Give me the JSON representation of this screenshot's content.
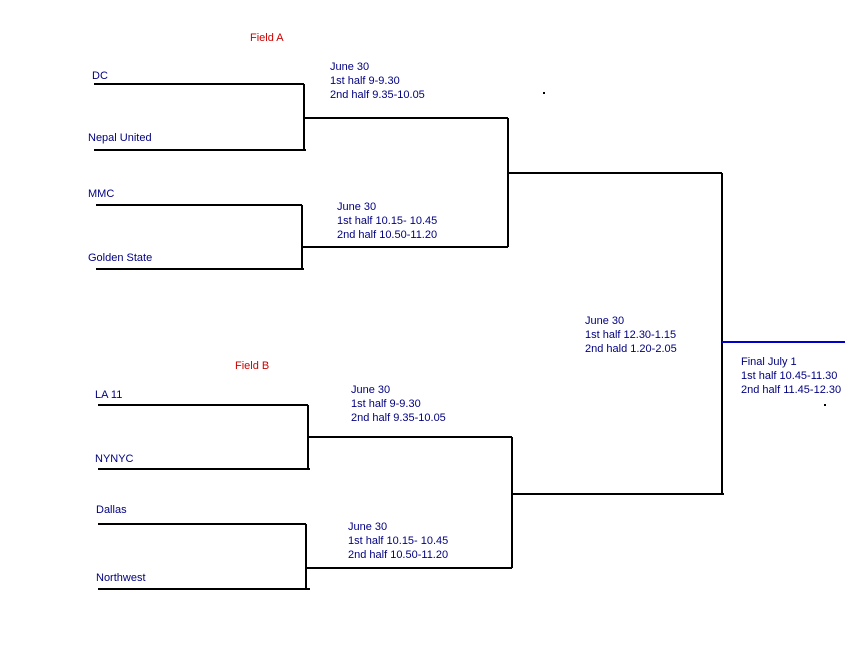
{
  "fields": {
    "a": "Field A",
    "b": "Field B"
  },
  "teams": {
    "t1": "DC",
    "t2": "Nepal United",
    "t3": "MMC",
    "t4": "Golden State",
    "t5": "LA 11",
    "t6": "NYNYC",
    "t7": "Dallas",
    "t8": "Northwest"
  },
  "matches": {
    "m1": {
      "date": "June 30",
      "half1": "1st half 9-9.30",
      "half2": "2nd half 9.35-10.05"
    },
    "m2": {
      "date": "June 30",
      "half1": "1st half 10.15- 10.45",
      "half2": "2nd half 10.50-11.20"
    },
    "m3": {
      "date": "June 30",
      "half1": "1st half 9-9.30",
      "half2": "2nd half 9.35-10.05"
    },
    "m4": {
      "date": "June 30",
      "half1": "1st half 10.15- 10.45",
      "half2": "2nd half 10.50-11.20"
    },
    "semi": {
      "date": "June 30",
      "half1": "1st half 12.30-1.15",
      "half2": "2nd hald 1.20-2.05"
    },
    "final": {
      "date": "Final July 1",
      "half1": "1st half 10.45-11.30",
      "half2": "2nd half 11.45-12.30"
    }
  },
  "colors": {
    "line": "#000000",
    "final_line": "#0000cc",
    "text": "#000080",
    "field_label": "#cc0000"
  }
}
